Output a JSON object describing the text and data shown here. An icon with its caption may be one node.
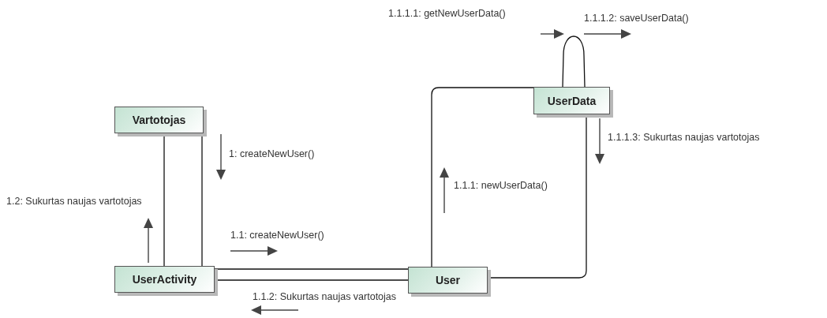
{
  "diagram": {
    "nodes": [
      {
        "text": [
          "Vartotojas"
        ]
      },
      {
        "text": [
          "UserActivity"
        ]
      },
      {
        "text": [
          "User"
        ]
      },
      {
        "text": [
          "UserData"
        ]
      }
    ],
    "edges": [
      {
        "from": 0,
        "to": 1,
        "arrow": "none"
      },
      {
        "from": 0,
        "to": 1,
        "arrow": "none"
      },
      {
        "from": 1,
        "to": 2,
        "arrow": "none"
      },
      {
        "from": 1,
        "to": 2,
        "arrow": "none"
      },
      {
        "from": 2,
        "to": 3,
        "arrow": "none"
      },
      {
        "from": 2,
        "to": 3,
        "arrow": "none"
      },
      {
        "from": 3,
        "to": 3,
        "arrow": "none"
      }
    ],
    "labels": [
      "1.1.1.1: getNewUserData()",
      "1.1.1.2: saveUserData()",
      "1.1.1.3: Sukurtas naujas vartotojas",
      "1.1.1: newUserData()",
      "1: createNewUser()",
      "1.2: Sukurtas naujas vartotojas",
      "1.1: createNewUser()",
      "1.1.2: Sukurtas naujas vartotojas"
    ]
  }
}
